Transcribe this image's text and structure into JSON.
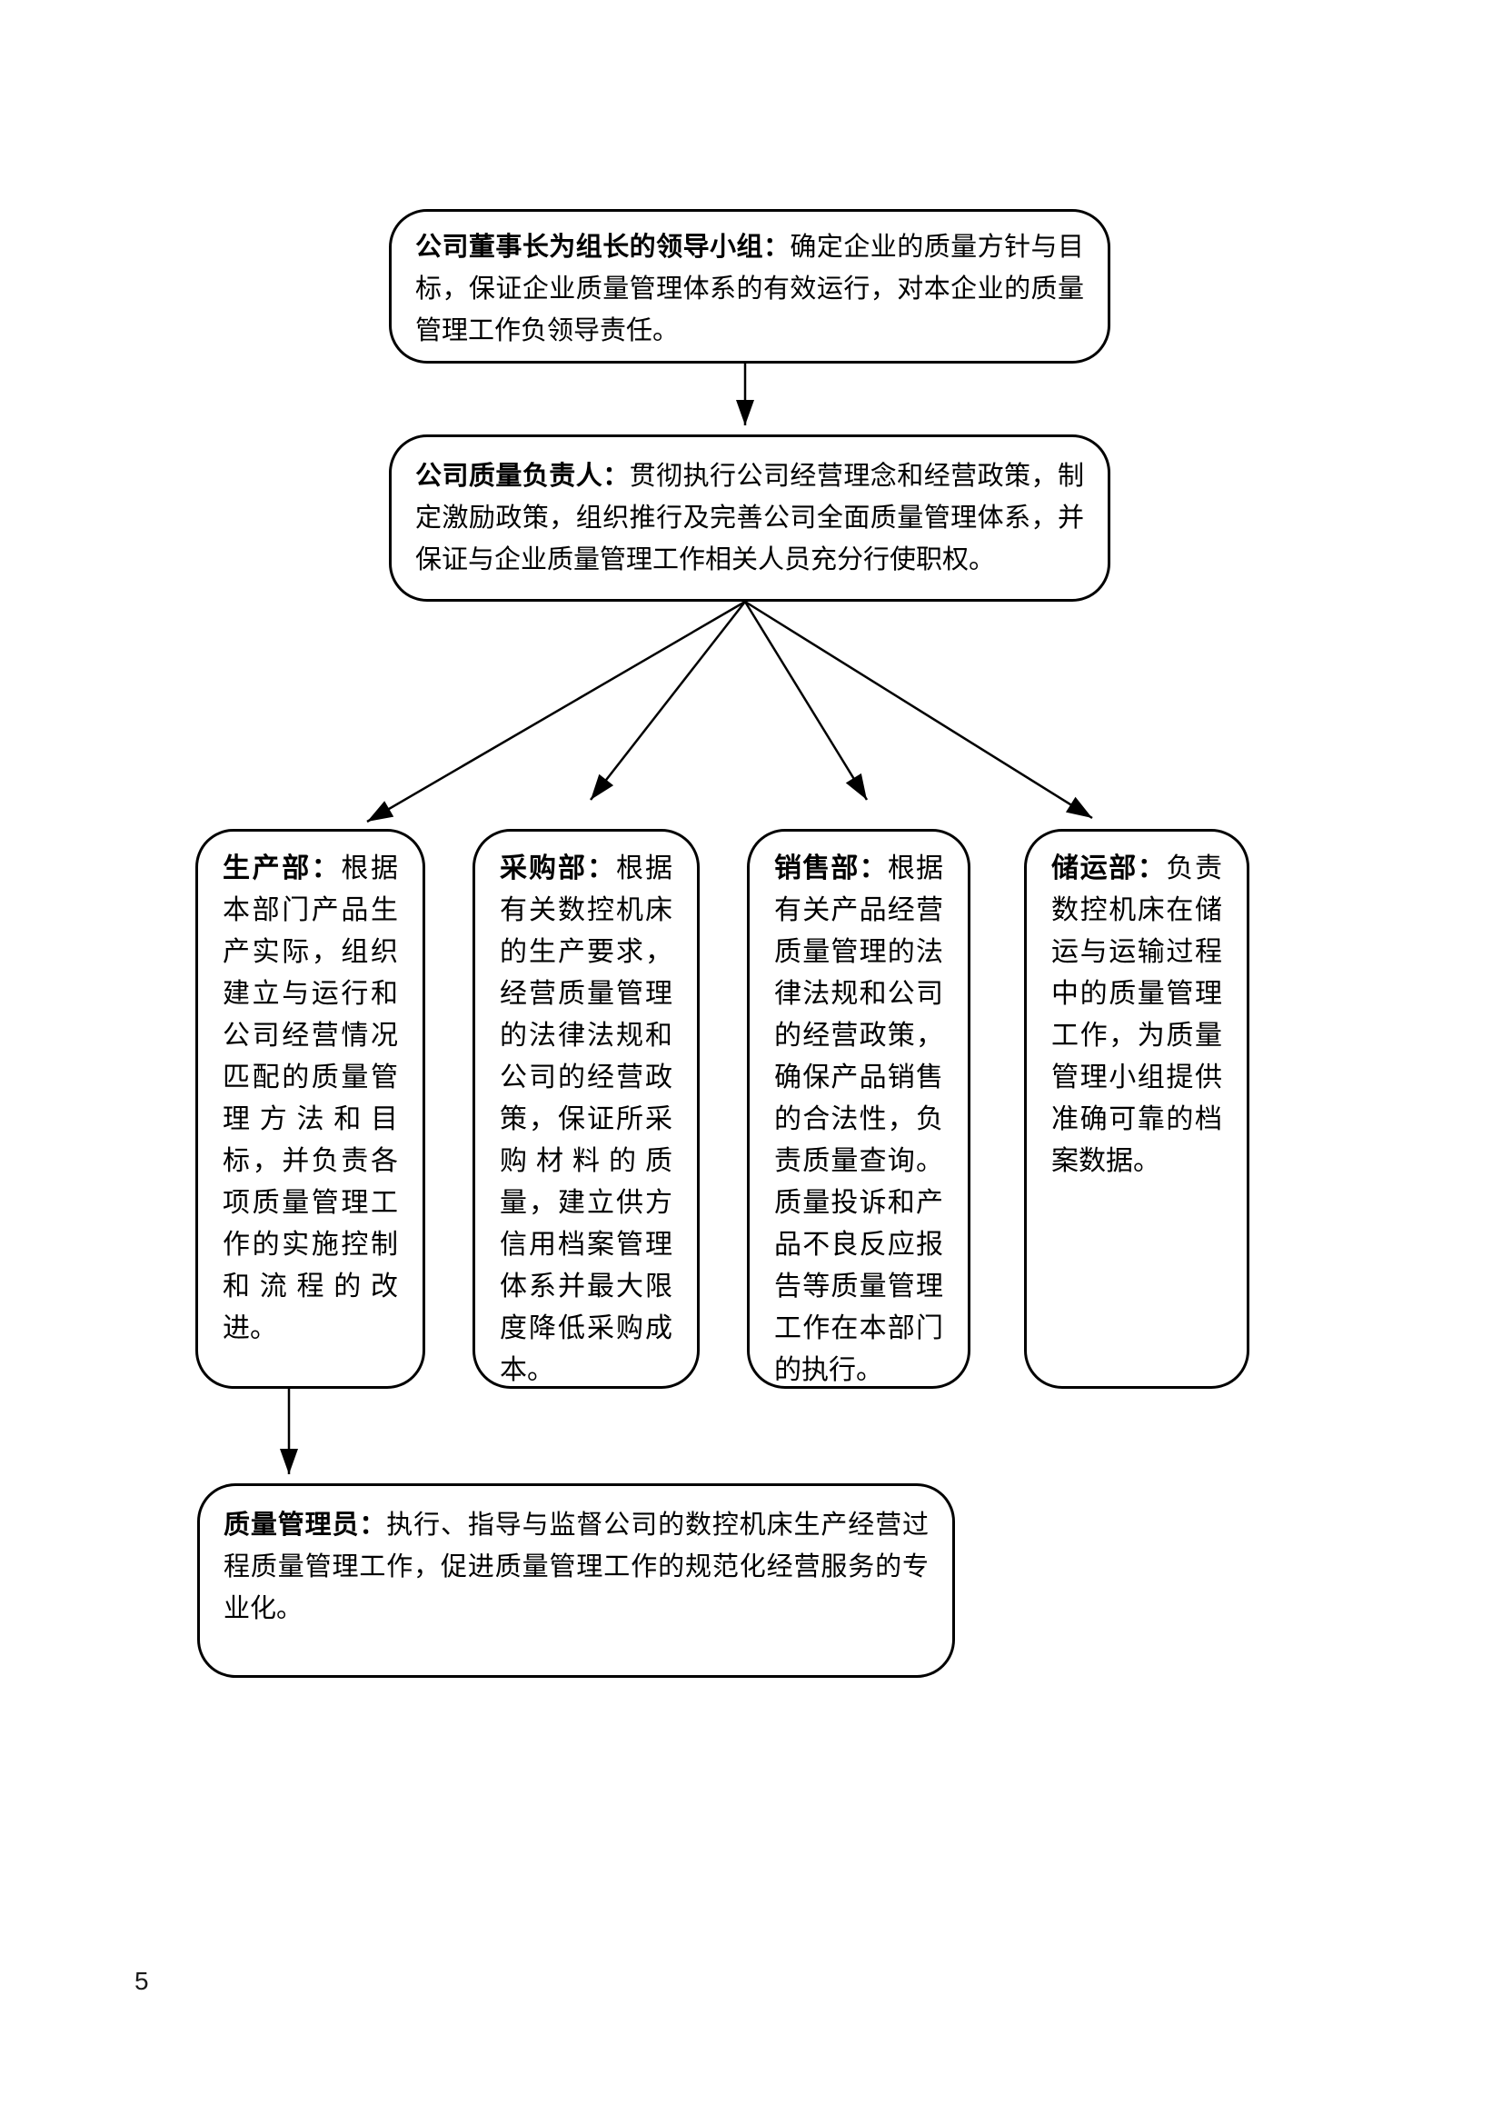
{
  "page": {
    "number": "5"
  },
  "nodes": {
    "leadership": {
      "label": "公司董事长为组长的领导小组：",
      "body": "确定企业的质量方针与目标，保证企业质量管理体系的有效运行，对本企业的质量管理工作负领导责任。"
    },
    "quality_head": {
      "label": "公司质量负责人：",
      "body": "贯彻执行公司经营理念和经营政策，制定激励政策，组织推行及完善公司全面质量管理体系，并保证与企业质量管理工作相关人员充分行使职权。"
    },
    "production": {
      "label": "生产部：",
      "body": "根据本部门产品生产实际，组织建立与运行和公司经营情况匹配的质量管理方法和目标，并负责各项质量管理工作的实施控制和流程的改进。"
    },
    "purchasing": {
      "label": "采购部：",
      "body": "根据有关数控机床的生产要求，经营质量管理的法律法规和公司的经营政策，保证所采购材料的质量，建立供方信用档案管理体系并最大限度降低采购成本。"
    },
    "sales": {
      "label": "销售部：",
      "body": "根据有关产品经营质量管理的法律法规和公司的经营政策，确保产品销售的合法性，负责质量查询。质量投诉和产品不良反应报告等质量管理工作在本部门的执行。"
    },
    "storage": {
      "label": "储运部：",
      "body": "负责数控机床在储运与运输过程中的质量管理工作，为质量管理小组提供准确可靠的档案数据。"
    },
    "quality_manager": {
      "label": "质量管理员：",
      "body": "执行、指导与监督公司的数控机床生产经营过程质量管理工作，促进质量管理工作的规范化经营服务的专业化。"
    }
  }
}
